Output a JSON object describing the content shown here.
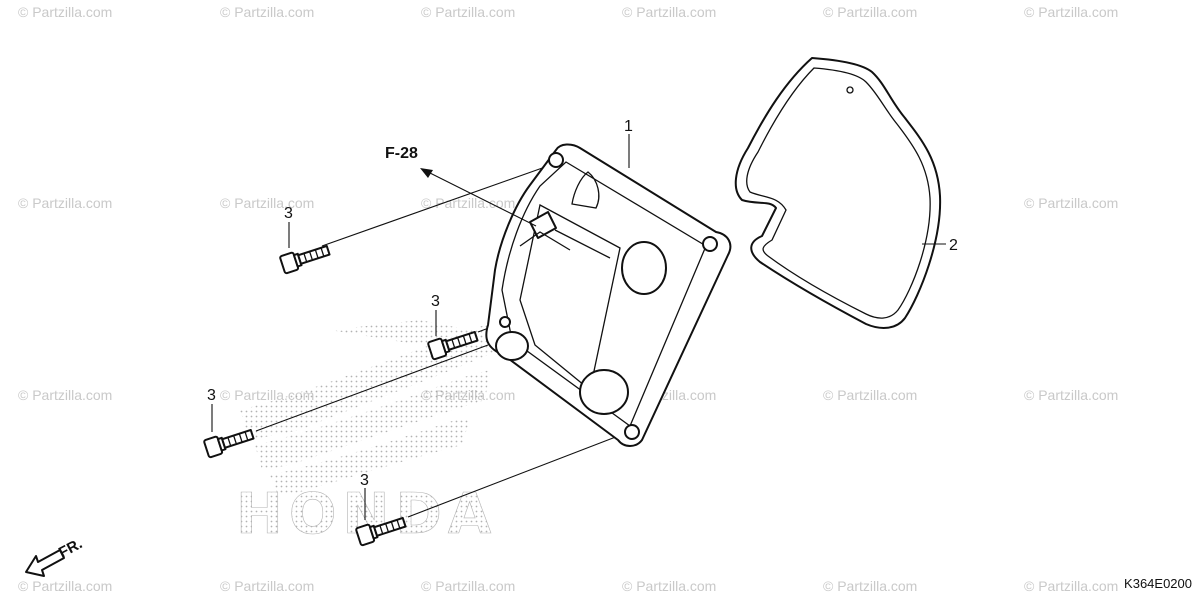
{
  "watermark": {
    "text": "© Partzilla.com"
  },
  "callouts": {
    "cover": "1",
    "gasket": "2",
    "bolt": "3"
  },
  "reference": {
    "label": "F-28"
  },
  "front_marker": {
    "label": "FR."
  },
  "background_logo": {
    "text": "HONDA"
  },
  "diagram_code": "K364E0200"
}
